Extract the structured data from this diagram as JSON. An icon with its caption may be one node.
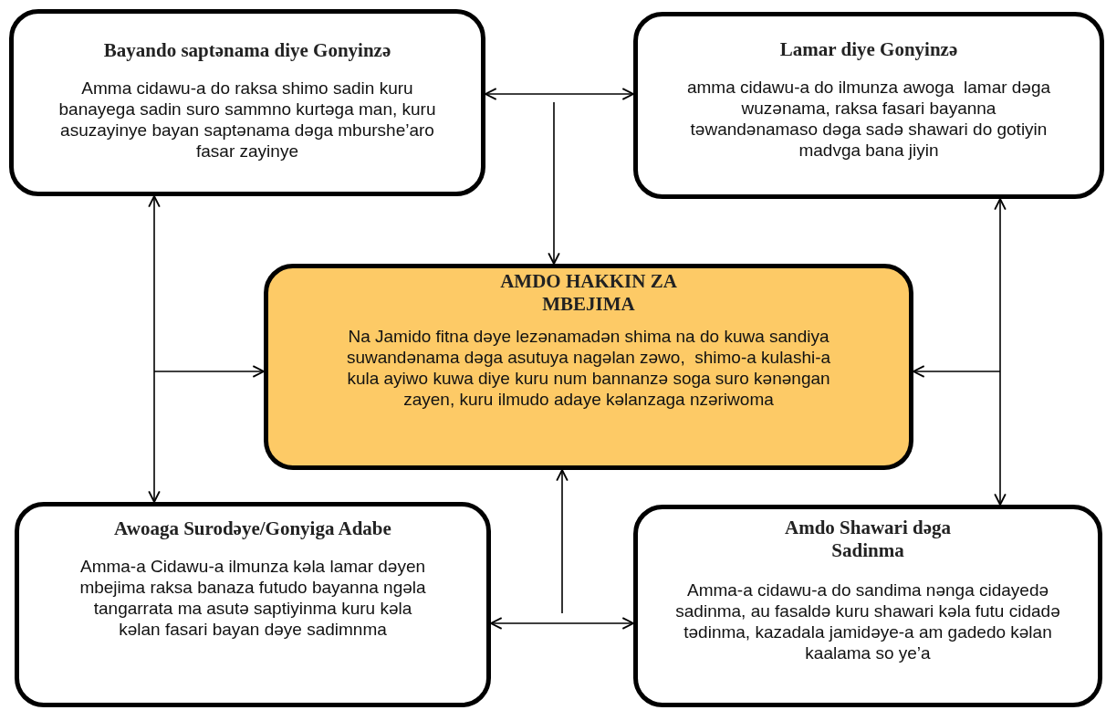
{
  "diagram": {
    "nodes": [
      {
        "text": [
          "Bayando saptənama diye Gonyinzə",
          "Amma cidawu-a do raksa shimo sadin kuru banayega sadin suro sammno kurtəga man, kuru asuzayinye bayan saptənama dəga mburshe’aro fasar zayinye"
        ]
      },
      {
        "text": [
          "Lamar diye Gonyinzə",
          "amma cidawu-a do ilmunza awoga  lamar dəga wuzənama, raksa fasari bayanna təwandənamaso dəga sadə shawari do gotiyin madvga bana jiyin"
        ]
      },
      {
        "text": [
          "AMDO HAKKIN ZA MBEJIMA",
          "Na Jamido fitna dəye lezənamadən shima na do kuwa sandiya suwandənama dəga asutuya nagəlan zəwo,  shimo-a kulashi-a kula ayiwo kuwa diye kuru num bannanzə soga suro kənəngan zayen, kuru ilmudo adaye kəlanzaga nzəriwoma"
        ]
      },
      {
        "text": [
          "Awoaga Surodəye/Gonyiga Adabe",
          "Amma-a Cidawu-a ilmunza kəla lamar dəyen mbejima raksa banaza futudo bayanna ngəla tangarrata ma asutə saptiyinma kuru kəla kəlan fasari bayan dəye sadimnma"
        ]
      },
      {
        "text": [
          "Amdo Shawari dəga Sadinma",
          "Amma-a cidawu-a do sandima nənga cidayedə sadinma, au fasaldə kuru shawari kəla futu cidadə tədinma, kazadala jamidəye-a am gadedo kəlan kaalama so ye’a"
        ]
      }
    ],
    "edges": [
      {
        "from": 0,
        "to": 1,
        "arrow": "both"
      },
      {
        "from": null,
        "to": 2,
        "arrow": "to"
      },
      {
        "from": 0,
        "to": 3,
        "arrow": "both"
      },
      {
        "from": null,
        "to": 2,
        "arrow": "to"
      },
      {
        "from": 1,
        "to": 4,
        "arrow": "both"
      },
      {
        "from": null,
        "to": 2,
        "arrow": "to"
      },
      {
        "from": 3,
        "to": 4,
        "arrow": "both"
      },
      {
        "from": null,
        "to": 2,
        "arrow": "to"
      }
    ]
  }
}
